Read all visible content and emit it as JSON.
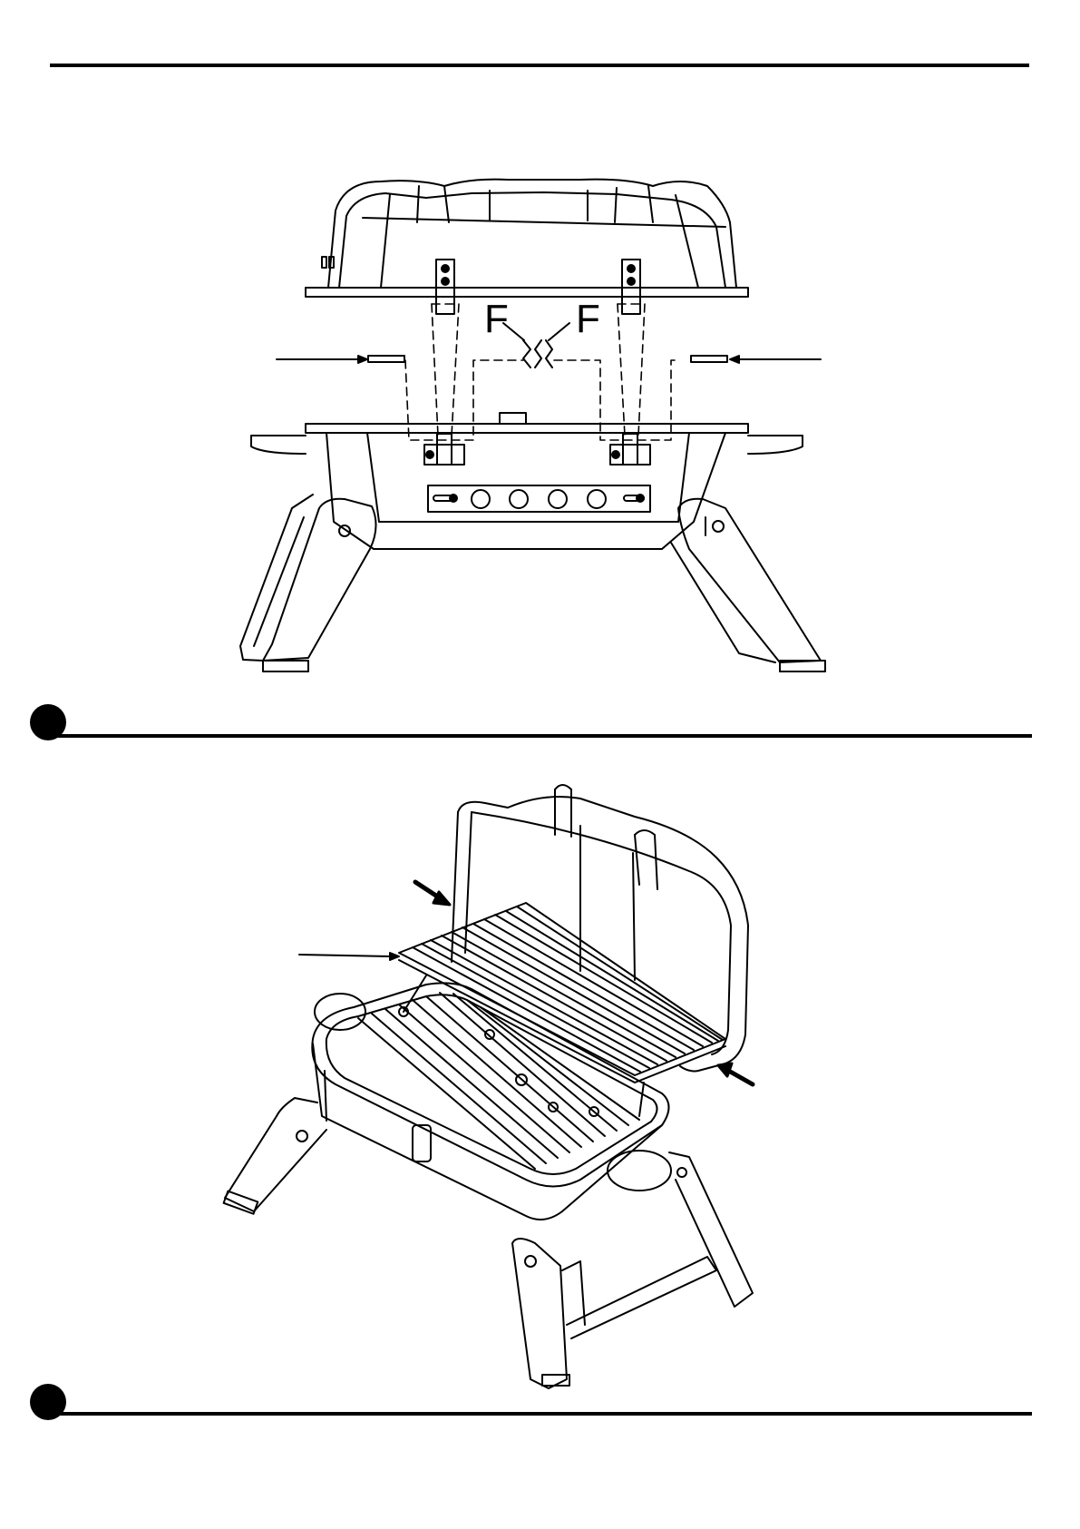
{
  "document": {
    "type": "assembly-instructions",
    "page_background": "#ffffff",
    "ink_color": "#000000"
  },
  "step1": {
    "illustration": "lid-hinge-attachment",
    "labels": {
      "left_pin": "F",
      "right_pin": "F"
    }
  },
  "step2": {
    "illustration": "warming-rack-installation"
  }
}
